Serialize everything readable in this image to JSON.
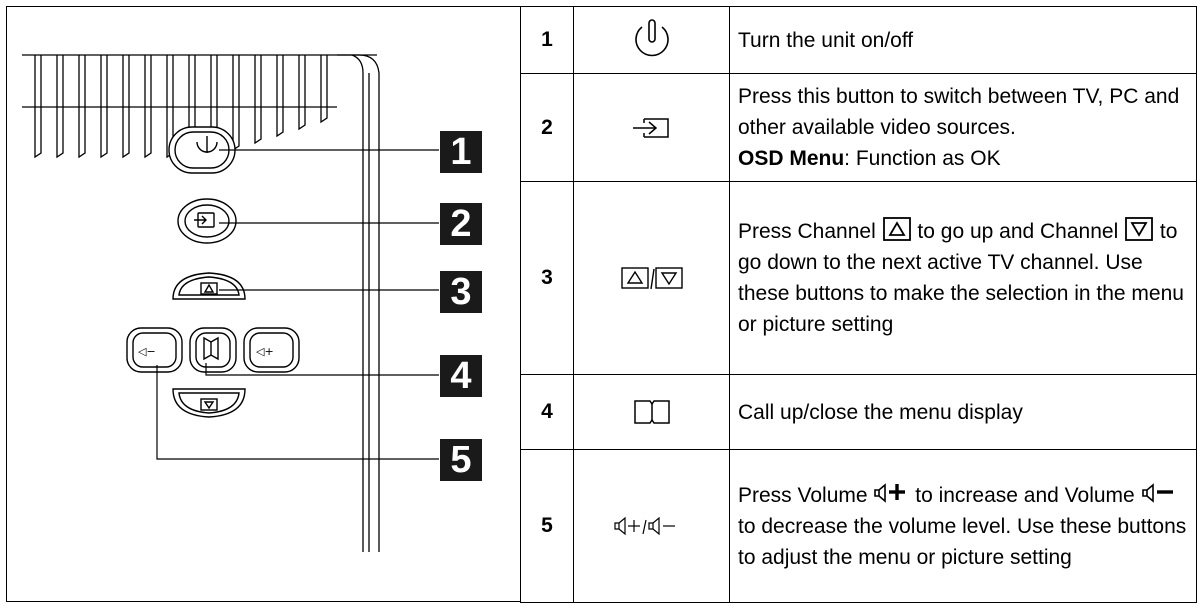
{
  "rows": [
    {
      "num": "1",
      "icon": "power-icon",
      "desc": "Turn the unit on/off"
    },
    {
      "num": "2",
      "icon": "source-input-icon",
      "desc_line1": "Press this button to switch between TV, PC and other available video sources.",
      "desc_bold": "OSD Menu",
      "desc_bold_rest": ": Function as OK"
    },
    {
      "num": "3",
      "icon": "channel-up-down-icon",
      "desc_a": "Press Channel ",
      "desc_b": " to go up and Channel ",
      "desc_c": " to go down to the next active TV channel. Use these buttons to make the selection in the menu or picture setting"
    },
    {
      "num": "4",
      "icon": "menu-book-icon",
      "desc": "Call up/close the menu display"
    },
    {
      "num": "5",
      "icon": "volume-up-down-icon",
      "desc_a": "Press Volume ",
      "desc_b": " to increase and Volume ",
      "desc_c": " to decrease the volume level. Use these buttons to adjust the menu or picture setting"
    }
  ],
  "callouts": [
    "1",
    "2",
    "3",
    "4",
    "5"
  ],
  "colors": {
    "line": "#000000",
    "fill": "#ffffff",
    "callout_bg": "#1a1a1a",
    "callout_fg": "#ffffff"
  }
}
